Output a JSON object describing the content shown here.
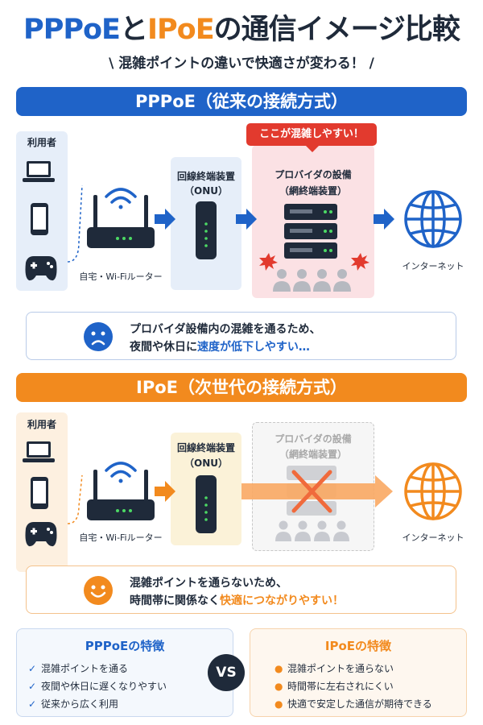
{
  "title": {
    "part1": "PPPoE",
    "part2": "と",
    "part3": "IPoE",
    "part4": "の通信イメージ比較"
  },
  "subtitle": "\\ 混雑ポイントの違いで快適さが変わる！ /",
  "pppoe": {
    "banner": "PPPoE（従来の接続方式）",
    "user_label": "利用者",
    "router_label": "自宅・Wi-Fiルーター",
    "onu_label_1": "回線終端装置",
    "onu_label_2": "（ONU）",
    "isp_label_1": "プロバイダの設備",
    "isp_label_2": "（網終端装置）",
    "alert": "ここが混雑しやすい！",
    "internet_label": "インターネット",
    "message_line1": "プロバイダ設備内の混雑を通るため、",
    "message_line2_a": "夜間や休日に",
    "message_line2_b": "速度が低下しやすい…",
    "color": "#1f63c8"
  },
  "ipoe": {
    "banner": "IPoE（次世代の接続方式）",
    "user_label": "利用者",
    "router_label": "自宅・Wi-Fiルーター",
    "onu_label_1": "回線終端装置",
    "onu_label_2": "（ONU）",
    "isp_label_1": "プロバイダの設備",
    "isp_label_2": "（網終端装置）",
    "internet_label": "インターネット",
    "message_line1": "混雑ポイントを通らないため、",
    "message_line2_a": "時間帯に関係なく",
    "message_line2_b": "快適につながりやすい！",
    "color": "#f28a1e"
  },
  "compare": {
    "pppoe_title": "PPPoEの特徴",
    "pppoe_items": [
      "混雑ポイントを通る",
      "夜間や休日に遅くなりやすい",
      "従来から広く利用"
    ],
    "ipoe_title": "IPoEの特徴",
    "ipoe_items": [
      "混雑ポイントを通らない",
      "時間帯に左右されにくい",
      "快適で安定した通信が期待できる"
    ],
    "vs": "VS"
  }
}
